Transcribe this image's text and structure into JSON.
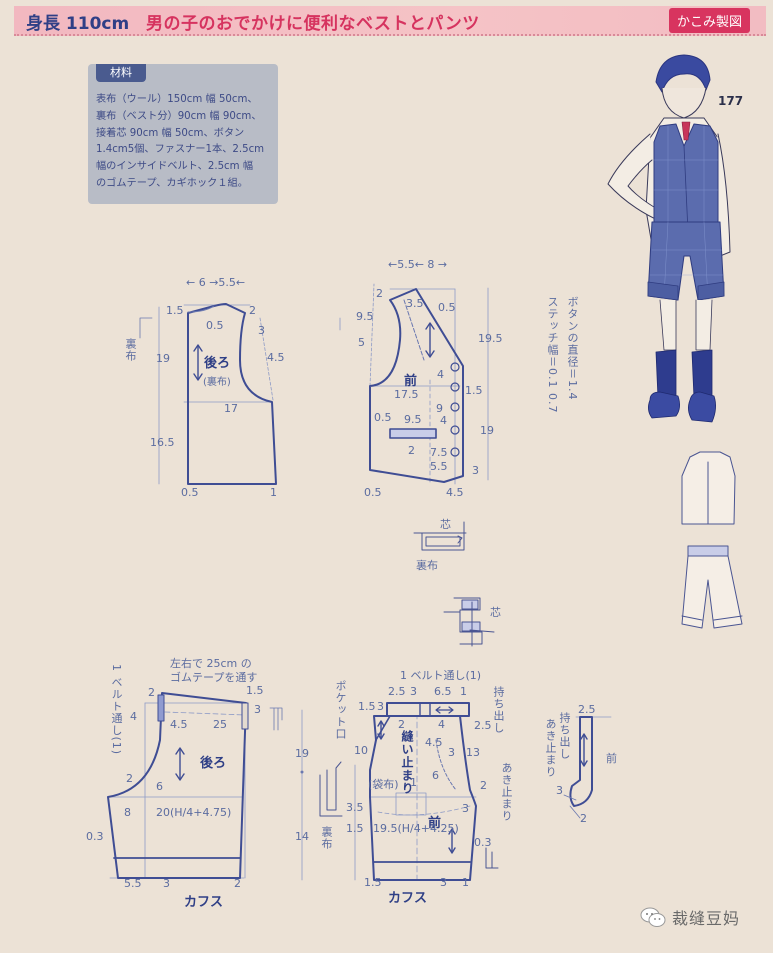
{
  "header": {
    "size_label": "身長 110cm",
    "title": "男の子のおでかけに便利なベストとパンツ",
    "badge": "かこみ製図"
  },
  "materials": {
    "title": "材料",
    "text": "表布（ウール）150cm 幅 50cm、\n裏布（ベスト分）90cm 幅 90cm、\n接着芯 90cm 幅 50cm、ボタン\n1.4cm5個、ファスナー1本、2.5cm\n幅のインサイドベルト、2.5cm 幅\nのゴムテープ、カギホック１組。"
  },
  "page_number": "177",
  "vest_back": {
    "top_dims": "← 6 →5.5←",
    "label": "後ろ",
    "sublabel": "(裏布)",
    "side_note": "裏布",
    "measures": {
      "shoulder_rise": "1.5",
      "shoulder_drop": "2",
      "neck_depth": "0.5",
      "armhole_a": "3",
      "armhole_b": "4.5",
      "upper_len": "19",
      "chest": "17",
      "lower_len": "16.5",
      "hem_left": "0.5",
      "hem_right": "1"
    }
  },
  "vest_front": {
    "top_dims": "←5.5← 8 →",
    "label": "前",
    "measures": {
      "shoulder": "2",
      "neck": "3.5",
      "neck_edge": "0.5",
      "armhole_a": "9.5",
      "armhole_b": "5",
      "upper_len": "19.5",
      "chest": "17.5",
      "button_gap": "4",
      "overlap": "1.5",
      "dart": "9",
      "pocket_offset": "0.5",
      "pocket_w": "9.5",
      "pocket_h": "2",
      "pocket_side": "4",
      "lower_a": "7.5",
      "lower_b": "5.5",
      "lower_len": "19",
      "point_h": "3",
      "hem_left": "0.5",
      "point_w": "4.5"
    }
  },
  "button_note": {
    "line1": "ボタンの直径＝1.4",
    "line2": "ステッチ幅＝0.1 0.7"
  },
  "facing_details": {
    "label_shin_1": "芯",
    "label_ura": "裏布",
    "label_shin_2": "芯"
  },
  "pants_back": {
    "elastic_note_1": "左右で 25cm の",
    "elastic_note_2": "ゴムテープを通す",
    "belt_loop_note": "1 ベルト通し(1)",
    "label": "後ろ",
    "measures": {
      "crotch_top": "2",
      "waist_right": "1.5",
      "side_a": "4",
      "dart": "4.5",
      "elastic": "25",
      "band": "3",
      "crotch": "2",
      "crotch_curve": "6",
      "inseam": "8",
      "hip": "20(H/4+4.75)",
      "hem_side": "0.3",
      "hem_left": "5.5",
      "cuff": "3",
      "hem_right": "2"
    },
    "cuff_label": "カフス"
  },
  "pants_front": {
    "pocket_note": "ポケット口",
    "belt_loop_note": "1 ベルト通し(1)",
    "extension_note": "持ち出し",
    "opening_note": "あき止まり",
    "fly_note": "縫い止まり",
    "pocket_bag": "(袋布)",
    "label": "前",
    "side_note": "裏布",
    "measures": {
      "waist_a": "2.5",
      "waist_b": "3",
      "waist_c": "6.5",
      "waist_d": "1",
      "waist_left": "1.5",
      "band": "3",
      "pocket_open": "10",
      "side": "2",
      "fly_a": "4",
      "fly_w": "4.5",
      "fly_b": "3",
      "curve": "13",
      "ext": "2.5",
      "crotch": "6",
      "crotch_b": "2",
      "bag": "1",
      "hip_left": "3.5",
      "hip_b": "1.5",
      "hip": "19.5(H/4+4.25)",
      "hem_side": "0.3",
      "hem_left": "1.5",
      "cuff": "3",
      "hem_right": "1",
      "inseam_pt": "3"
    },
    "cuff_label": "カフス",
    "vert_dims": {
      "upper": "19",
      "lower": "14"
    }
  },
  "fly_extension": {
    "width": "2.5",
    "note_1": "持ち出し",
    "note_2": "あき止まり",
    "label": "前",
    "bottom_a": "3",
    "bottom_b": "2"
  },
  "watermark": {
    "text": "裁缝豆妈"
  },
  "colors": {
    "paper": "#ece2d6",
    "line_dark": "#3f4d94",
    "line_light": "#7d8bbd",
    "header_pink": "#f3bcc3",
    "title_red": "#d6335f",
    "badge_red": "#d8345f",
    "materials_bg": "#b8bcc6"
  }
}
